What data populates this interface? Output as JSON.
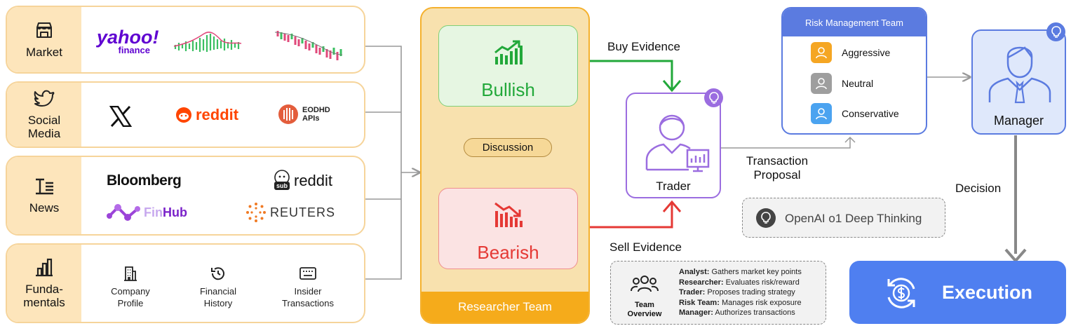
{
  "analysts": {
    "market": {
      "label": "Market",
      "logos": {
        "yahoo_main": "yahoo!",
        "yahoo_sub": "finance"
      }
    },
    "social": {
      "label_line1": "Social",
      "label_line2": "Media",
      "logos": {
        "reddit": "reddit",
        "eodhd_line1": "EODHD",
        "eodhd_line2": "APIs"
      }
    },
    "news": {
      "label": "News",
      "logos": {
        "bloomberg": "Bloomberg",
        "reddit": "reddit",
        "subreddit_badge": "sub",
        "finhub_a": "Fin",
        "finhub_b": "Hub",
        "reuters": "REUTERS"
      }
    },
    "fundamentals": {
      "label_line1": "Funda-",
      "label_line2": "mentals",
      "items": [
        {
          "line1": "Company",
          "line2": "Profile",
          "icon": "building-icon"
        },
        {
          "line1": "Financial",
          "line2": "History",
          "icon": "history-icon"
        },
        {
          "line1": "Insider",
          "line2": "Transactions",
          "icon": "keyboard-icon"
        }
      ]
    }
  },
  "researcher": {
    "team_label": "Researcher Team",
    "bullish": "Bullish",
    "bearish": "Bearish",
    "discussion": "Discussion"
  },
  "evidence": {
    "buy": "Buy Evidence",
    "sell": "Sell Evidence"
  },
  "trader": {
    "label": "Trader"
  },
  "proposal": {
    "line1": "Transaction",
    "line2": "Proposal"
  },
  "risk": {
    "title": "Risk Management Team",
    "members": [
      {
        "label": "Aggressive",
        "color": "#f5a623"
      },
      {
        "label": "Neutral",
        "color": "#9e9e9e"
      },
      {
        "label": "Conservative",
        "color": "#4ba3f0"
      }
    ]
  },
  "manager": {
    "label": "Manager"
  },
  "decision": "Decision",
  "execution": {
    "label": "Execution"
  },
  "deep_thinking": {
    "label": "OpenAI o1 Deep Thinking"
  },
  "overview": {
    "title_line1": "Team",
    "title_line2": "Overview",
    "rows": [
      {
        "role": "Analyst:",
        "desc": "Gathers market key points"
      },
      {
        "role": "Researcher:",
        "desc": "Evaluates risk/reward"
      },
      {
        "role": "Trader:",
        "desc": "Proposes trading strategy"
      },
      {
        "role": "Risk Team:",
        "desc": "Manages risk exposure"
      },
      {
        "role": "Manager:",
        "desc": "Authorizes transactions"
      }
    ]
  },
  "colors": {
    "bull": "#22a83a",
    "bear": "#e53935",
    "trader": "#9b6de0",
    "team_blue": "#5b7be0",
    "orange": "#f5ab1b"
  }
}
